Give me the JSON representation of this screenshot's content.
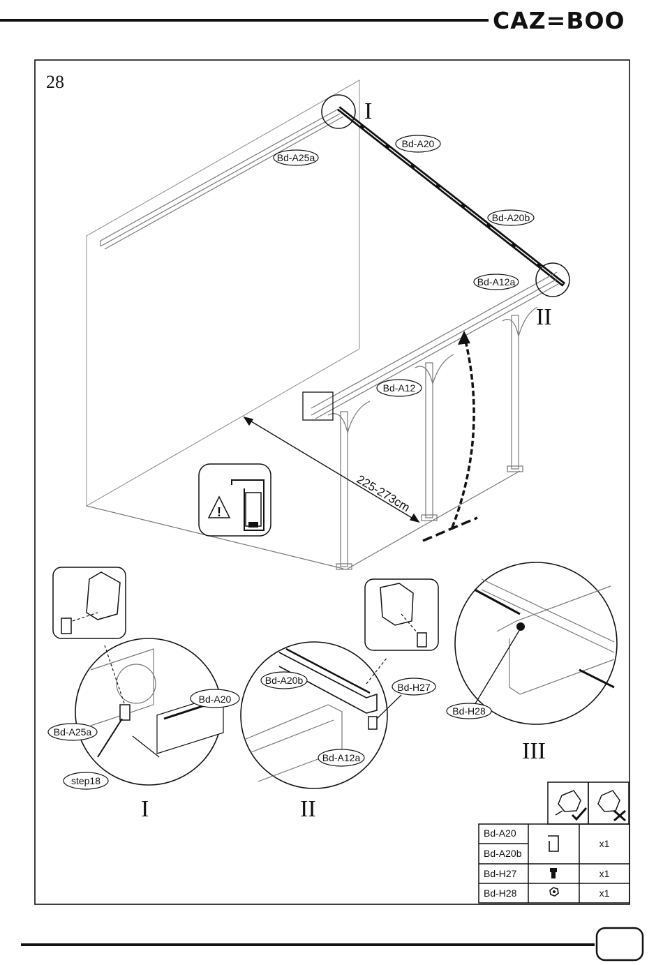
{
  "header": {
    "brand": "CAZ=BOO"
  },
  "step": {
    "number": "28"
  },
  "main_view": {
    "dimension": "225-273cm",
    "parts": [
      "Bd-A25a",
      "Bd-A20",
      "Bd-A20b",
      "Bd-A12a",
      "Bd-A12"
    ],
    "callouts": [
      "I",
      "II"
    ]
  },
  "detail_I": {
    "labels": [
      "Bd-A20",
      "Bd-A25a",
      "step18"
    ],
    "numeral": "I"
  },
  "detail_II": {
    "labels": [
      "Bd-A20b",
      "Bd-H27",
      "Bd-A12a"
    ],
    "numeral": "II"
  },
  "detail_III": {
    "labels": [
      "Bd-H28"
    ],
    "numeral": "III"
  },
  "parts_table": {
    "rows": [
      {
        "codes": [
          "Bd-A20",
          "Bd-A20b"
        ],
        "icon": "profile-icon",
        "qty": "x1"
      },
      {
        "codes": [
          "Bd-H27"
        ],
        "icon": "bolt-icon",
        "qty": "x1"
      },
      {
        "codes": [
          "Bd-H28"
        ],
        "icon": "nut-icon",
        "qty": "x1"
      }
    ]
  }
}
